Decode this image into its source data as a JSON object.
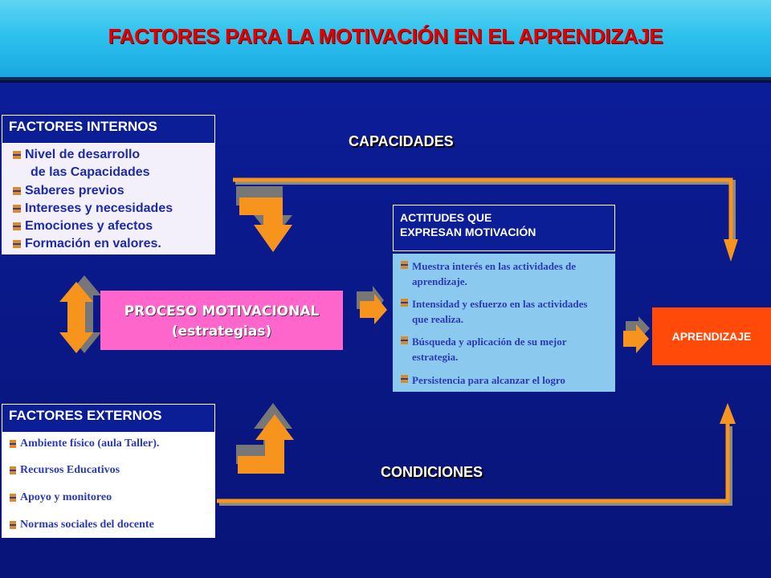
{
  "title": "FACTORES PARA LA MOTIVACIÓN EN EL APRENDIZAJE",
  "internos": {
    "heading": "FACTORES INTERNOS",
    "items": [
      "Nivel de desarrollo",
      "de las Capacidades",
      "Saberes previos",
      "Intereses y necesidades",
      "Emociones y afectos",
      "Formación en valores."
    ]
  },
  "externos": {
    "heading": "FACTORES EXTERNOS",
    "items": [
      "Ambiente físico (aula Taller).",
      "Recursos Educativos",
      "Apoyo y monitoreo",
      "Normas sociales del docente"
    ]
  },
  "capacidades": "CAPACIDADES",
  "condiciones": "CONDICIONES",
  "proceso": {
    "line1": "PROCESO MOTIVACIONAL",
    "line2": "(estrategias)"
  },
  "actitudes": {
    "heading_line1": "ACTITUDES QUE",
    "heading_line2": "EXPRESAN MOTIVACIÓN",
    "items": [
      "Muestra interés en las actividades de aprendizaje.",
      "Intensidad y esfuerzo en las actividades que realiza.",
      "Búsqueda y aplicación de su mejor estrategia.",
      "Persistencia para alcanzar el logro"
    ]
  },
  "aprendizaje": "APRENDIZAJE",
  "colors": {
    "background": "#0a1a8c",
    "banner": "#2ec2ee",
    "title": "#e00000",
    "proceso_box": "#ff66cc",
    "actitudes_box": "#8cc9ee",
    "aprendizaje_box": "#ff4a0a",
    "arrow": "#f7941d"
  }
}
